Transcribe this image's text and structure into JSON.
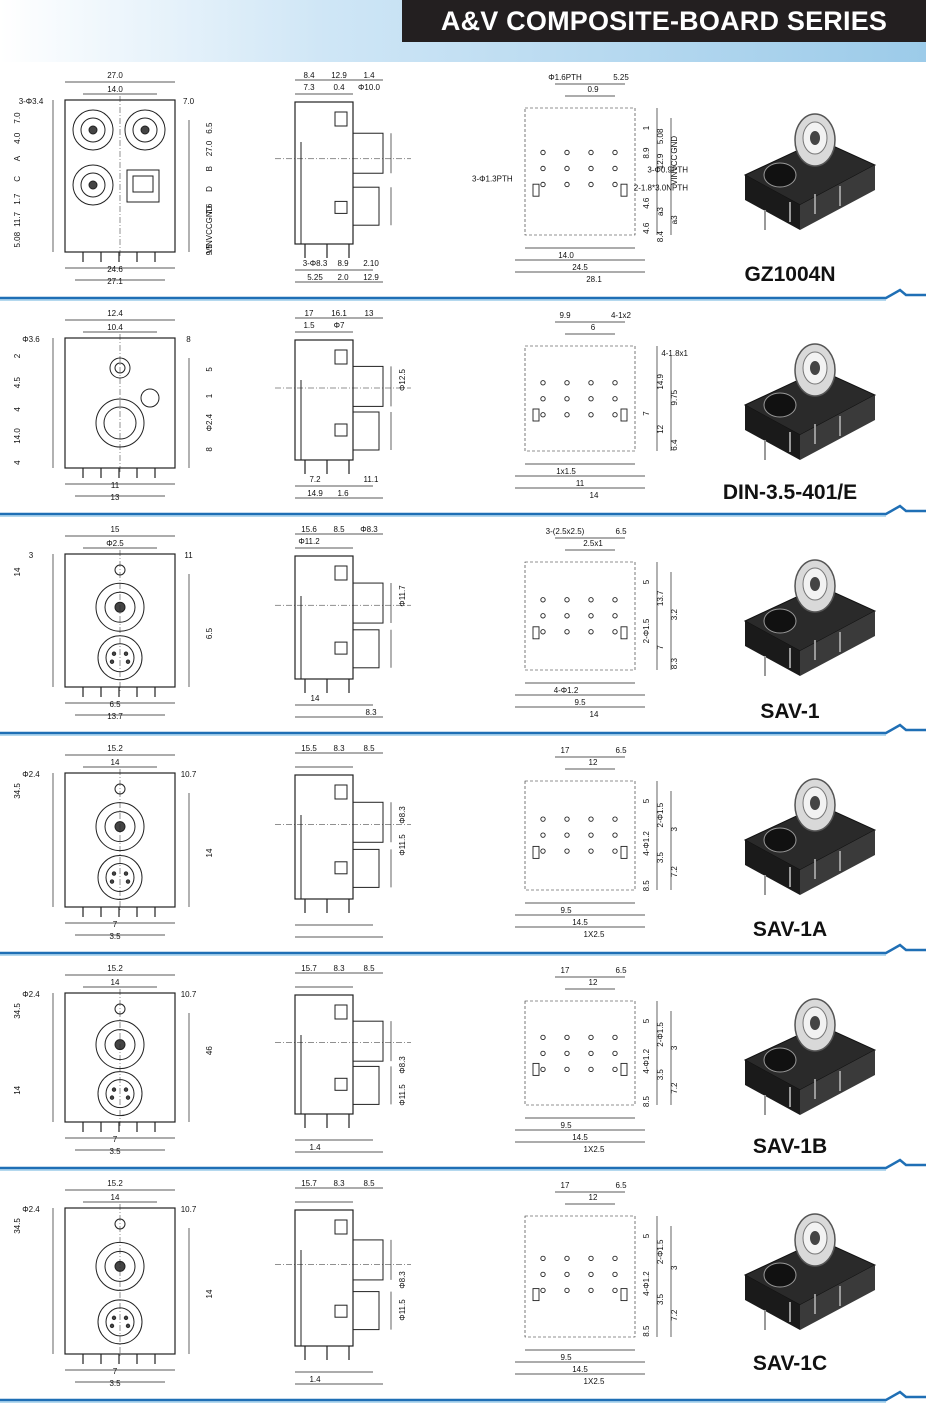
{
  "header": {
    "title": "A&V COMPOSITE-BOARD SERIES"
  },
  "colors": {
    "accent": "#1f6fb5",
    "header_bg": "#231f20",
    "band": "#9ccbe9"
  },
  "products": [
    {
      "model": "GZ1004N",
      "front": {
        "dims": [
          "27.0",
          "14.0",
          "3-Φ3.4",
          "7.0",
          "7.0",
          "6.5",
          "4.0",
          "27.0",
          "A",
          "B",
          "C",
          "D",
          "1.7",
          "7.6",
          "11.7",
          "VINVCCGND",
          "5.08",
          "9.5",
          "24.6",
          "27.1"
        ]
      },
      "side": {
        "dims": [
          "8.4",
          "12.9",
          "1.4",
          "7.3",
          "0.4",
          "Φ10.0",
          "3-Φ8.3",
          "2.0",
          "2.10",
          "5.25",
          "8.9",
          "12.9"
        ]
      },
      "pcb": {
        "dims": [
          "Φ1.6PTH",
          "0.9",
          "5.25",
          "1",
          "5.08",
          "GND",
          "8.9",
          "12.9",
          "VINVCC",
          "3-Φ0.9PTH",
          "3-Φ1.3PTH",
          "2-1.8*3.0NPTH",
          "4.6",
          "a3",
          "a3",
          "4.6",
          "8.4",
          "14.0",
          "24.5",
          "28.1"
        ]
      }
    },
    {
      "model": "DIN-3.5-401/E",
      "front": {
        "dims": [
          "12.4",
          "10.4",
          "Φ3.6",
          "8",
          "2",
          "5",
          "4.5",
          "1",
          "4",
          "Φ2.4",
          "14.0",
          "8",
          "4",
          "11",
          "13"
        ]
      },
      "side": {
        "dims": [
          "17",
          "16.1",
          "13",
          "1.5",
          "Φ7",
          "Φ12.5",
          "7.2",
          "1.6",
          "11.1",
          "14.9"
        ]
      },
      "pcb": {
        "dims": [
          "9.9",
          "6",
          "4-1x2",
          "4-1.8x1",
          "14.9",
          "9.75",
          "7",
          "12",
          "6.4",
          "1x1.5",
          "11",
          "14"
        ]
      }
    },
    {
      "model": "SAV-1",
      "front": {
        "dims": [
          "15",
          "Φ2.5",
          "3",
          "11",
          "14",
          "6.5",
          "6.5",
          "13.7"
        ]
      },
      "side": {
        "dims": [
          "15.6",
          "8.5",
          "Φ8.3",
          "Φ11.2",
          "Φ11.7",
          "8.3",
          "14"
        ]
      },
      "pcb": {
        "dims": [
          "3-(2.5x2.5)",
          "2.5x1",
          "6.5",
          "5",
          "13.7",
          "3.2",
          "2-Φ1.5",
          "7",
          "8.3",
          "4-Φ1.2",
          "9.5",
          "14"
        ]
      }
    },
    {
      "model": "SAV-1A",
      "front": {
        "dims": [
          "15.2",
          "14",
          "Φ2.4",
          "10.7",
          "34.5",
          "14",
          "7",
          "3.5"
        ]
      },
      "side": {
        "dims": [
          "15.5",
          "8.3",
          "8.5",
          "Φ8.3",
          "Φ11.5"
        ]
      },
      "pcb": {
        "dims": [
          "17",
          "12",
          "6.5",
          "5",
          "2-Φ1.5",
          "3",
          "4-Φ1.2",
          "3.5",
          "7.2",
          "8.5",
          "9.5",
          "14.5",
          "1X2.5"
        ]
      }
    },
    {
      "model": "SAV-1B",
      "front": {
        "dims": [
          "15.2",
          "14",
          "Φ2.4",
          "10.7",
          "34.5",
          "46",
          "14",
          "7",
          "3.5"
        ]
      },
      "side": {
        "dims": [
          "15.7",
          "8.3",
          "8.5",
          "1.4",
          "Φ8.3",
          "Φ11.5"
        ]
      },
      "pcb": {
        "dims": [
          "17",
          "12",
          "6.5",
          "5",
          "2-Φ1.5",
          "3",
          "4-Φ1.2",
          "3.5",
          "7.2",
          "8.5",
          "9.5",
          "14.5",
          "1X2.5"
        ]
      }
    },
    {
      "model": "SAV-1C",
      "front": {
        "dims": [
          "15.2",
          "14",
          "Φ2.4",
          "10.7",
          "34.5",
          "14",
          "7",
          "3.5"
        ]
      },
      "side": {
        "dims": [
          "15.7",
          "8.3",
          "8.5",
          "1.4",
          "Φ8.3",
          "Φ11.5"
        ]
      },
      "pcb": {
        "dims": [
          "17",
          "12",
          "6.5",
          "5",
          "2-Φ1.5",
          "3",
          "4-Φ1.2",
          "3.5",
          "7.2",
          "8.5",
          "9.5",
          "14.5",
          "1X2.5"
        ]
      }
    }
  ]
}
